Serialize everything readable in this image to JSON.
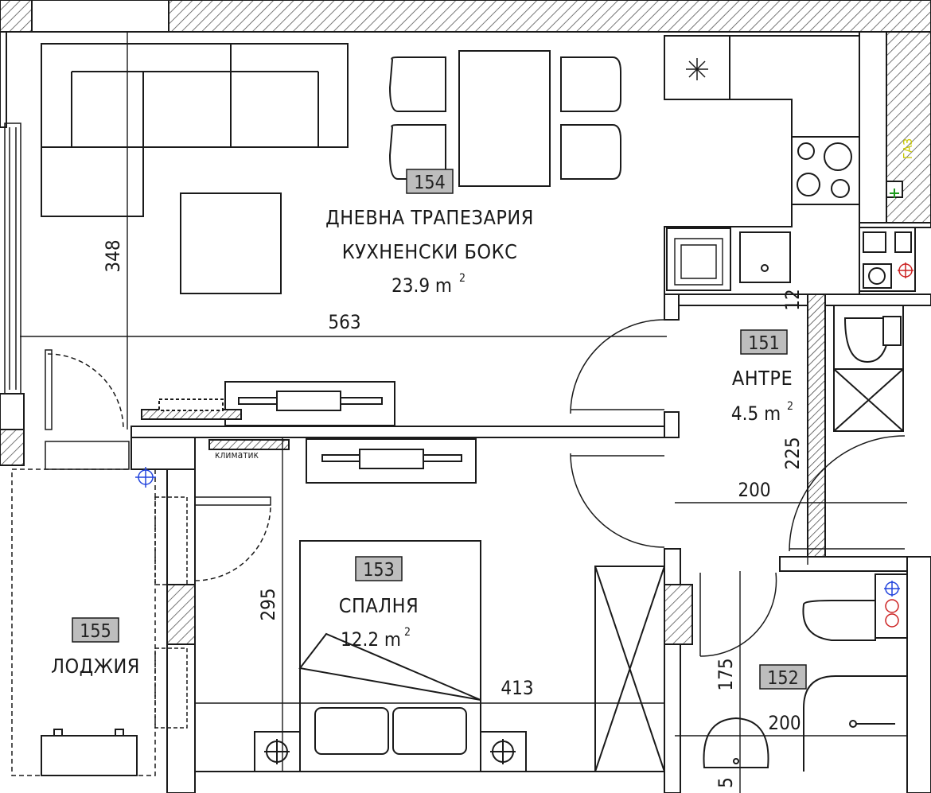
{
  "rooms": {
    "living": {
      "number": "154",
      "name_line1": "ДНЕВНА ТРАПЕЗАРИЯ",
      "name_line2": "КУХНЕНСКИ БОКС",
      "area": "23.9 m",
      "area_sup": "2"
    },
    "hall": {
      "number": "151",
      "name": "АНТРЕ",
      "area": "4.5 m",
      "area_sup": "2"
    },
    "bedroom": {
      "number": "153",
      "name": "СПАЛНЯ",
      "area": "12.2 m",
      "area_sup": "2"
    },
    "loggia": {
      "number": "155",
      "name": "ЛОДЖИЯ"
    },
    "bathroom": {
      "number": "152"
    }
  },
  "dimensions": {
    "living_depth": "348",
    "living_width": "563",
    "kitchen_gap": "12",
    "hall_depth": "225",
    "hall_width": "200",
    "bedroom_depth": "295",
    "bedroom_width": "413",
    "bath_depth": "175",
    "bath_width": "200",
    "bath_sill": "5"
  },
  "labels": {
    "gas": "ГАЗ",
    "climatic": "климатик"
  },
  "colors": {
    "line": "#1a1a1a",
    "wall_hatch": "#555555",
    "tag_fill": "#bdbdbd",
    "fixture_blue": "#2244dd",
    "fixture_red": "#cc2222",
    "gas_yellow": "#c8c800",
    "gas_green": "#1f9a1f"
  }
}
